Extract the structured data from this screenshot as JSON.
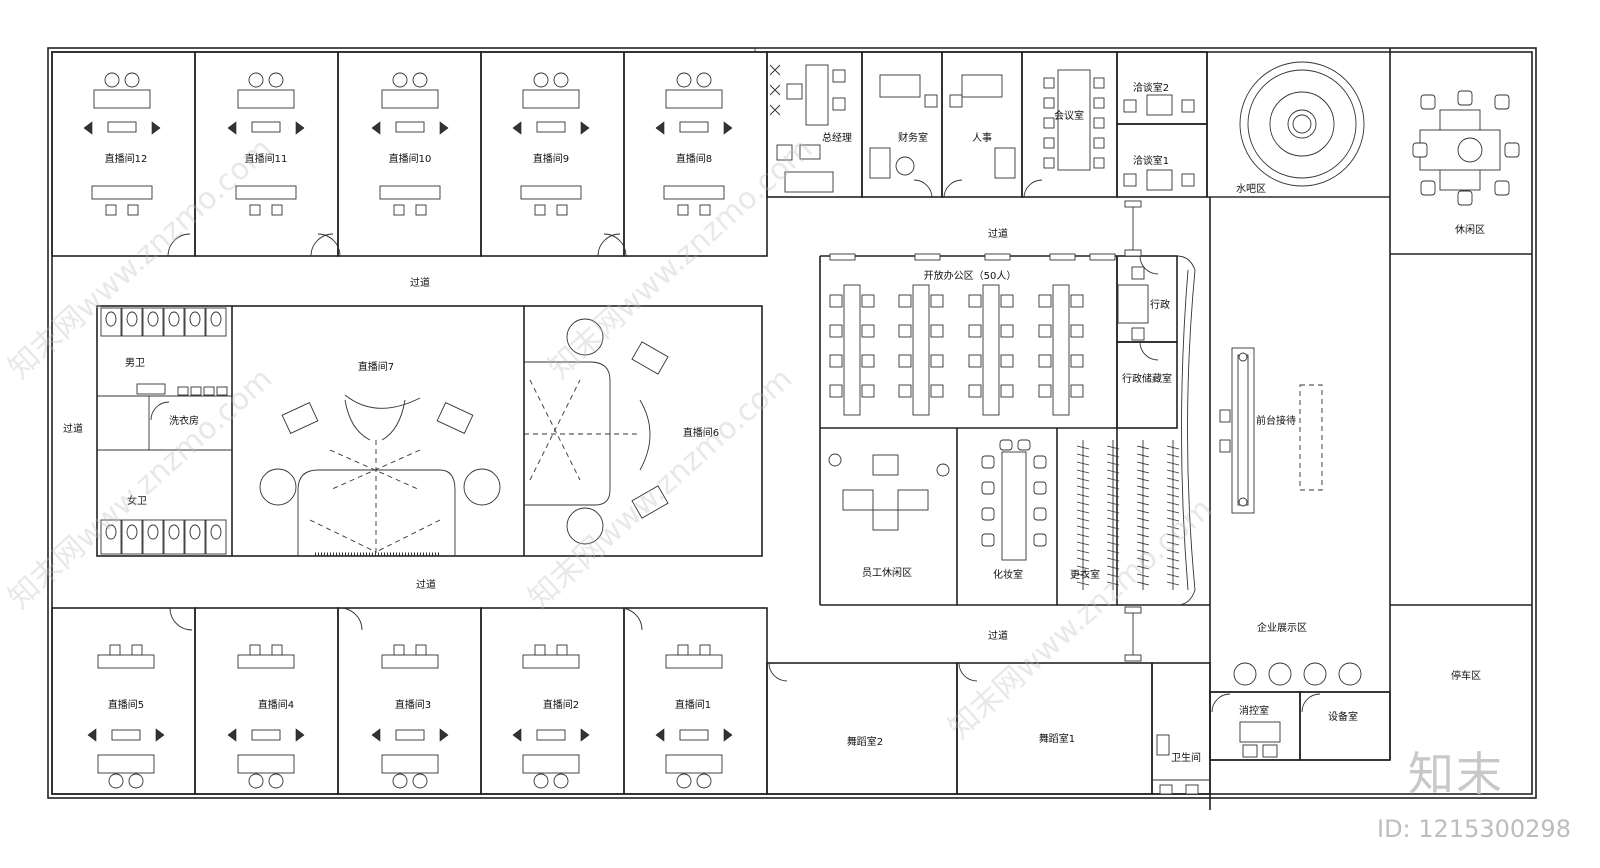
{
  "rooms": {
    "studio_12": "直播间12",
    "studio_11": "直播间11",
    "studio_10": "直播间10",
    "studio_9": "直播间9",
    "studio_8": "直播间8",
    "studio_7": "直播间7",
    "studio_6": "直播间6",
    "studio_5": "直播间5",
    "studio_4": "直播间4",
    "studio_3": "直播间3",
    "studio_2": "直播间2",
    "studio_1": "直播间1",
    "general_manager": "总经理",
    "finance": "财务室",
    "hr": "人事",
    "meeting": "会议室",
    "talk_2": "洽谈室2",
    "talk_1": "洽谈室1",
    "water_bar": "水吧区",
    "leisure": "休闲区",
    "open_office": "开放办公区（50人）",
    "admin": "行政",
    "admin_storage": "行政储藏室",
    "men_wc": "男卫",
    "laundry": "洗衣房",
    "women_wc": "女卫",
    "staff_lounge": "员工休闲区",
    "makeup": "化妆室",
    "locker": "更衣室",
    "reception": "前台接待",
    "exhibition": "企业展示区",
    "parking": "停车区",
    "fire_control": "消控室",
    "equipment": "设备室",
    "dance_2": "舞蹈室2",
    "dance_1": "舞蹈室1",
    "toilet": "卫生间"
  },
  "corridors": {
    "top_left": "过道",
    "left_side": "过道",
    "bottom_left": "过道",
    "top_right": "过道",
    "bottom_right": "过道"
  },
  "watermark": {
    "logo_text": "知末",
    "id_text": "ID: 1215300298",
    "site_text": "知末网www.znzmo.com"
  }
}
